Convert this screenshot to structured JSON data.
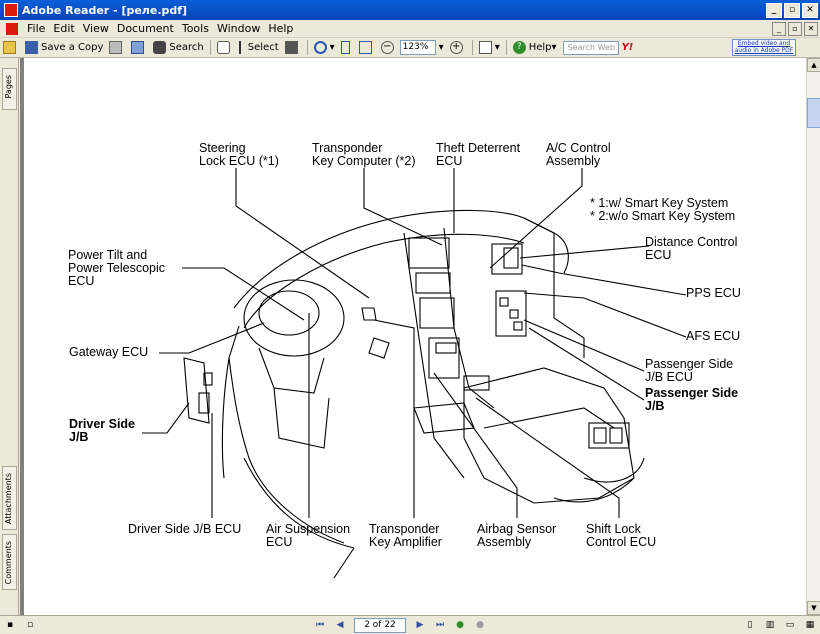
{
  "window": {
    "title": "Adobe Reader - [реле.pdf]"
  },
  "menu": [
    "File",
    "Edit",
    "View",
    "Document",
    "Tools",
    "Window",
    "Help"
  ],
  "toolbar": {
    "save_copy": "Save a Copy",
    "search": "Search",
    "select": "Select",
    "zoom": "123%",
    "help": "Help",
    "search_web_placeholder": "Search Web",
    "yahoo": "Y!",
    "embed_promo": "Embed video and audio in Adobe PDF"
  },
  "side_tabs": {
    "pages": "Pages",
    "attachments": "Attachments",
    "comments": "Comments"
  },
  "diagram": {
    "labels": {
      "steering_lock": "Steering\nLock ECU (*1)",
      "transponder_key_computer": "Transponder\nKey Computer (*2)",
      "theft_deterrent": "Theft Deterrent\nECU",
      "ac_control": "A/C Control\nAssembly",
      "note1": "* 1:w/ Smart Key System",
      "note2": "* 2:w/o Smart Key System",
      "distance_control": "Distance Control\nECU",
      "pps": "PPS ECU",
      "afs": "AFS ECU",
      "passenger_jb_ecu": "Passenger Side\nJ/B ECU",
      "passenger_jb": "Passenger Side\nJ/B",
      "power_tilt": "Power Tilt and\nPower Telescopic\nECU",
      "gateway": "Gateway ECU",
      "driver_jb": "Driver Side\nJ/B",
      "driver_jb_ecu": "Driver Side J/B ECU",
      "air_suspension": "Air Suspension\nECU",
      "transponder_amp": "Transponder\nKey Amplifier",
      "airbag": "Airbag Sensor\nAssembly",
      "shift_lock": "Shift Lock\nControl ECU"
    }
  },
  "status": {
    "page_indicator": "2 of 22"
  }
}
